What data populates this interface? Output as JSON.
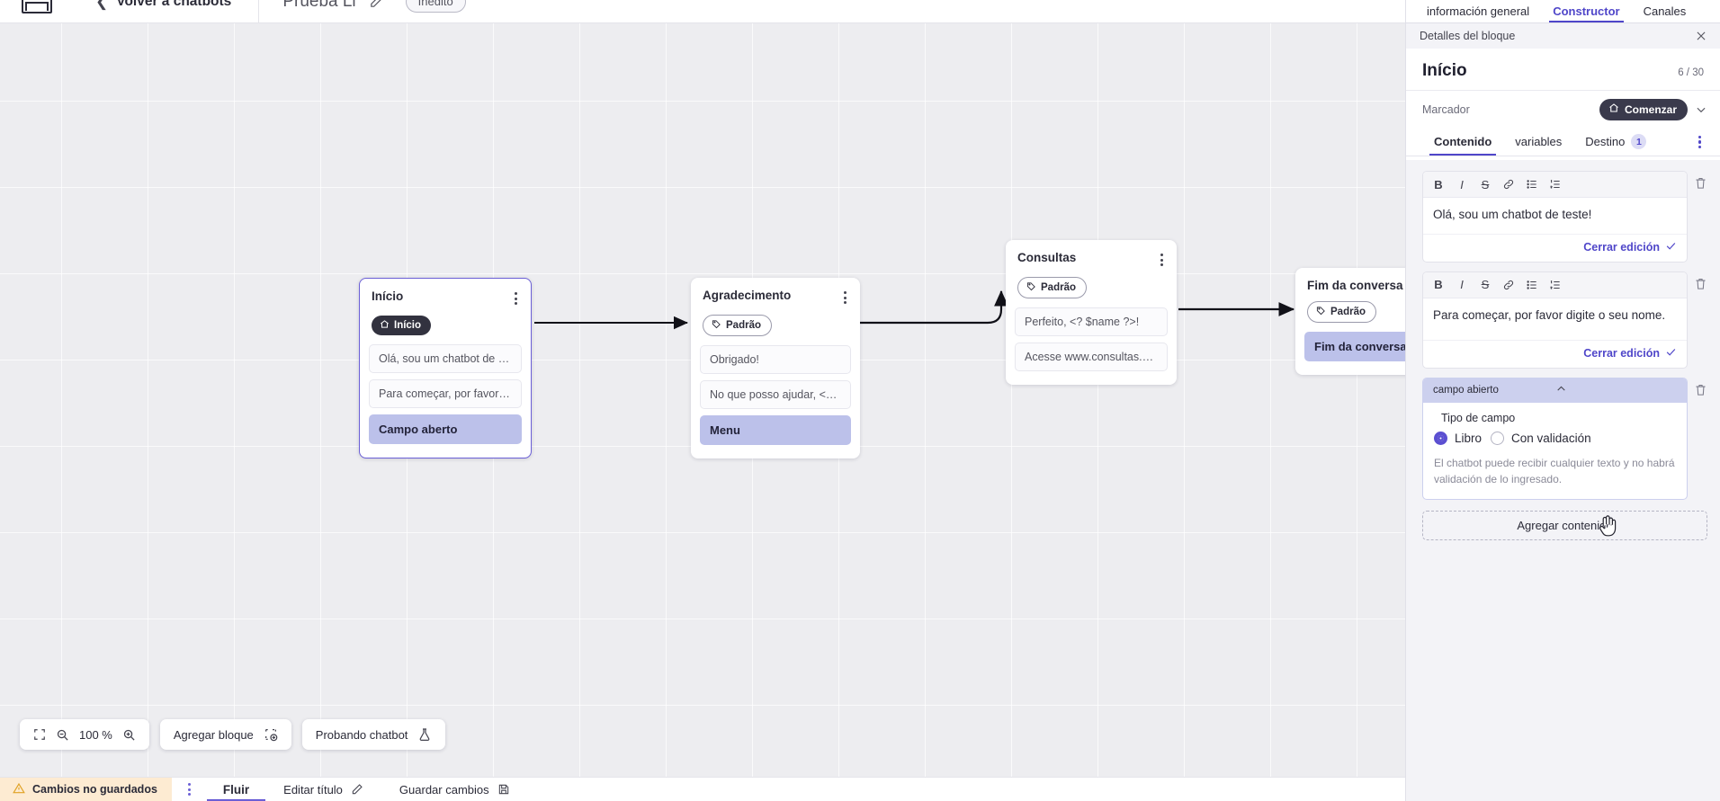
{
  "topbar": {
    "logo": "app-logo",
    "back_label": "Volver a chatbots",
    "doc_title": "Prueba Li",
    "edit_icon": "pencil-icon",
    "status_badge": "Inédito"
  },
  "canvas": {
    "zoom_level": "100 %",
    "fit_icon": "fit-screen-icon",
    "zoom_out_icon": "zoom-out-icon",
    "zoom_in_icon": "zoom-in-icon",
    "add_block_label": "Agregar bloque",
    "add_block_icon": "add-block-icon",
    "test_chatbot_label": "Probando chatbot",
    "test_chatbot_icon": "flask-icon",
    "nodes": [
      {
        "title": "Início",
        "tag": "Início",
        "tag_icon": "home-icon",
        "tag_style": "dark",
        "selected": true,
        "messages": [
          {
            "text": "Olá, sou um chatbot de teste!",
            "highlight": false
          },
          {
            "text": "Para começar, por favor digite o ...",
            "highlight": false
          },
          {
            "text": "Campo aberto",
            "highlight": true
          }
        ]
      },
      {
        "title": "Agradecimento",
        "tag": "Padrão",
        "tag_icon": "tag-icon",
        "tag_style": "outline",
        "selected": false,
        "messages": [
          {
            "text": "Obrigado!",
            "highlight": false
          },
          {
            "text": "No que posso ajudar, <? $name ...",
            "highlight": false
          },
          {
            "text": "Menu",
            "highlight": true
          }
        ]
      },
      {
        "title": "Consultas",
        "tag": "Padrão",
        "tag_icon": "tag-icon",
        "tag_style": "outline",
        "selected": false,
        "messages": [
          {
            "text": "Perfeito, <? $name ?>!",
            "highlight": false
          },
          {
            "text": "Acesse www.consultas.com par...",
            "highlight": false
          }
        ]
      },
      {
        "title": "Fim da conversa",
        "tag": "Padrão",
        "tag_icon": "tag-icon",
        "tag_style": "outline",
        "selected": false,
        "messages": [
          {
            "text": "Fim da conversa",
            "highlight": true
          }
        ]
      }
    ]
  },
  "statusbar": {
    "unsaved_label": "Cambios no guardados",
    "warning_icon": "warning-icon",
    "kebab_icon": "kebab-icon",
    "flow_tab": "Fluir",
    "edit_title_label": "Editar título",
    "edit_title_icon": "pencil-icon",
    "save_label": "Guardar cambios",
    "save_icon": "save-icon"
  },
  "panel": {
    "tabs": [
      {
        "label": "información general",
        "active": false
      },
      {
        "label": "Constructor",
        "active": true
      },
      {
        "label": "Canales",
        "active": false
      }
    ],
    "subhead": "Detalles del bloque",
    "close_icon": "close-icon",
    "block_title": "Início",
    "block_count": "6 / 30",
    "marker_label": "Marcador",
    "marker_value": "Comenzar",
    "marker_icon": "home-icon",
    "marker_chevron": "chevron-down-icon",
    "inner_tabs": [
      {
        "label": "Contenido",
        "active": true,
        "badge": ""
      },
      {
        "label": "variables",
        "active": false,
        "badge": ""
      },
      {
        "label": "Destino",
        "active": false,
        "badge": "1"
      }
    ],
    "inner_kebab": "kebab-icon",
    "editor_toolbar": [
      {
        "icon": "bold-icon",
        "glyph": "B"
      },
      {
        "icon": "italic-icon",
        "glyph": "I"
      },
      {
        "icon": "strikethrough-icon",
        "glyph": "S"
      },
      {
        "icon": "link-icon",
        "glyph": "⍉"
      },
      {
        "icon": "bullet-list-icon",
        "glyph": "≡"
      },
      {
        "icon": "numbered-list-icon",
        "glyph": "≡"
      }
    ],
    "editors": [
      {
        "text": "Olá, sou um chatbot de teste!",
        "close_label": "Cerrar edición",
        "delete_icon": "trash-icon"
      },
      {
        "text": "Para começar, por favor digite o seu nome.",
        "close_label": "Cerrar edición",
        "delete_icon": "trash-icon"
      }
    ],
    "field_block": {
      "header": "campo abierto",
      "collapse_icon": "chevron-up-icon",
      "delete_icon": "trash-icon",
      "type_label": "Tipo de campo",
      "options": [
        {
          "label": "Libro",
          "selected": true
        },
        {
          "label": "Con validación",
          "selected": false
        }
      ],
      "help_text": "El chatbot puede recibir cualquier texto y no habrá validación de lo ingresado."
    },
    "add_content_label": "Agregar contenido"
  },
  "colors": {
    "accent": "#4f46c9",
    "highlight_row": "#bcc1ea",
    "field_header": "#ccd0ee",
    "unsaved_bg": "#fdebd2",
    "canvas_bg": "#ededf0",
    "pill_dark": "#3a3a4c"
  }
}
